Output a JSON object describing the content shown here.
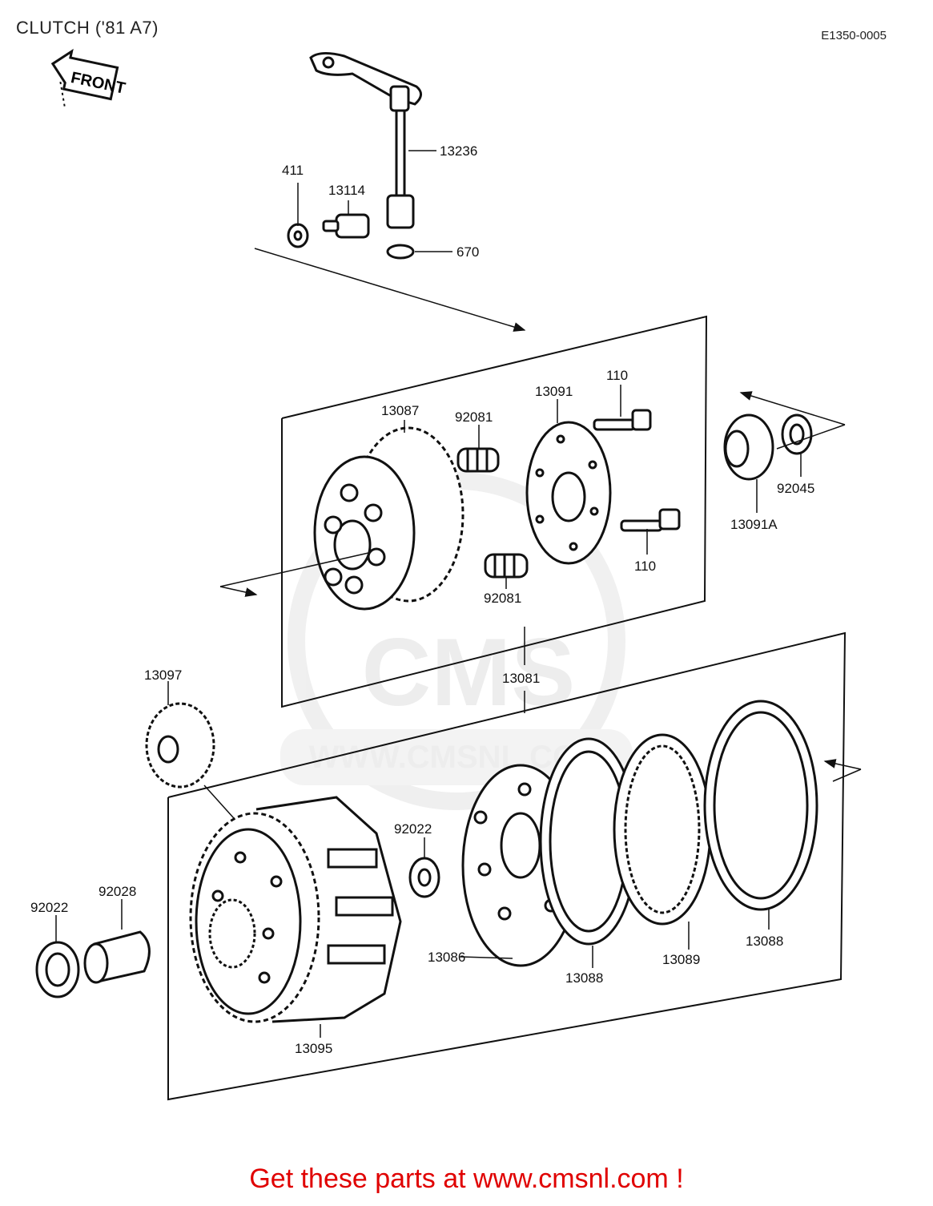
{
  "header": {
    "title": "CLUTCH ('81 A7)",
    "diagram_code": "E1350-0005",
    "front_badge": "FRONT"
  },
  "watermark": {
    "logo": "CMS",
    "url": "WWW.CMSNL.COM"
  },
  "parts": [
    {
      "id": "p411",
      "label": "411"
    },
    {
      "id": "p13114",
      "label": "13114"
    },
    {
      "id": "p13236",
      "label": "13236"
    },
    {
      "id": "p670",
      "label": "670"
    },
    {
      "id": "p13087",
      "label": "13087"
    },
    {
      "id": "p92081a",
      "label": "92081"
    },
    {
      "id": "p13091",
      "label": "13091"
    },
    {
      "id": "p110a",
      "label": "110"
    },
    {
      "id": "p110b",
      "label": "110"
    },
    {
      "id": "p92081b",
      "label": "92081"
    },
    {
      "id": "p13091A",
      "label": "13091A"
    },
    {
      "id": "p92045",
      "label": "92045"
    },
    {
      "id": "p13097",
      "label": "13097"
    },
    {
      "id": "p13081",
      "label": "13081"
    },
    {
      "id": "p92022a",
      "label": "92022"
    },
    {
      "id": "p92022b",
      "label": "92022"
    },
    {
      "id": "p92028",
      "label": "92028"
    },
    {
      "id": "p13086",
      "label": "13086"
    },
    {
      "id": "p13088a",
      "label": "13088"
    },
    {
      "id": "p13089",
      "label": "13089"
    },
    {
      "id": "p13088b",
      "label": "13088"
    },
    {
      "id": "p13095",
      "label": "13095"
    }
  ],
  "footer": {
    "cta": "Get these parts at www.cmsnl.com !"
  }
}
